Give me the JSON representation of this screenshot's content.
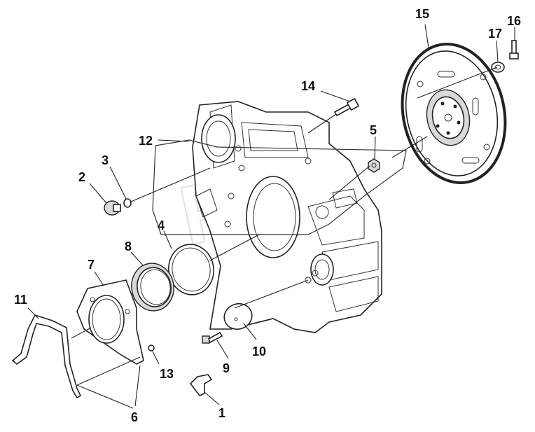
{
  "labels": {
    "p1": "1",
    "p2": "2",
    "p3": "3",
    "p4": "4",
    "p5": "5",
    "p6": "6",
    "p7": "7",
    "p8": "8",
    "p9": "9",
    "p10": "10",
    "p11": "11",
    "p12": "12",
    "p13": "13",
    "p14": "14",
    "p15": "15",
    "p16": "16",
    "p17": "17"
  },
  "watermark": "RG"
}
